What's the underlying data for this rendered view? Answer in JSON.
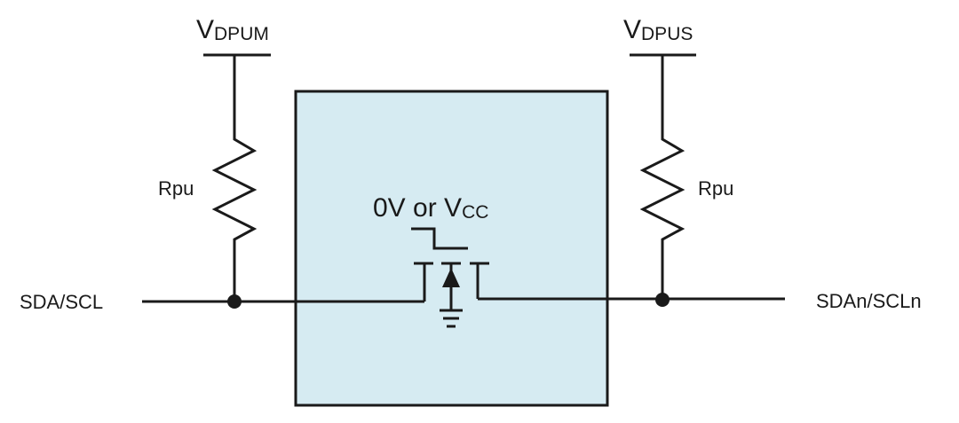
{
  "diagram": {
    "left_supply": {
      "main": "V",
      "sub": "DPUM"
    },
    "right_supply": {
      "main": "V",
      "sub": "DPUS"
    },
    "left_resistor_label": "Rpu",
    "right_resistor_label": "Rpu",
    "gate_label": {
      "prefix": "0V or V",
      "sub": "CC"
    },
    "left_signal": "SDA/SCL",
    "right_signal": "SDAn/SCLn",
    "colors": {
      "box_fill": "#d6ebf2",
      "line": "#1a1a1a"
    }
  }
}
